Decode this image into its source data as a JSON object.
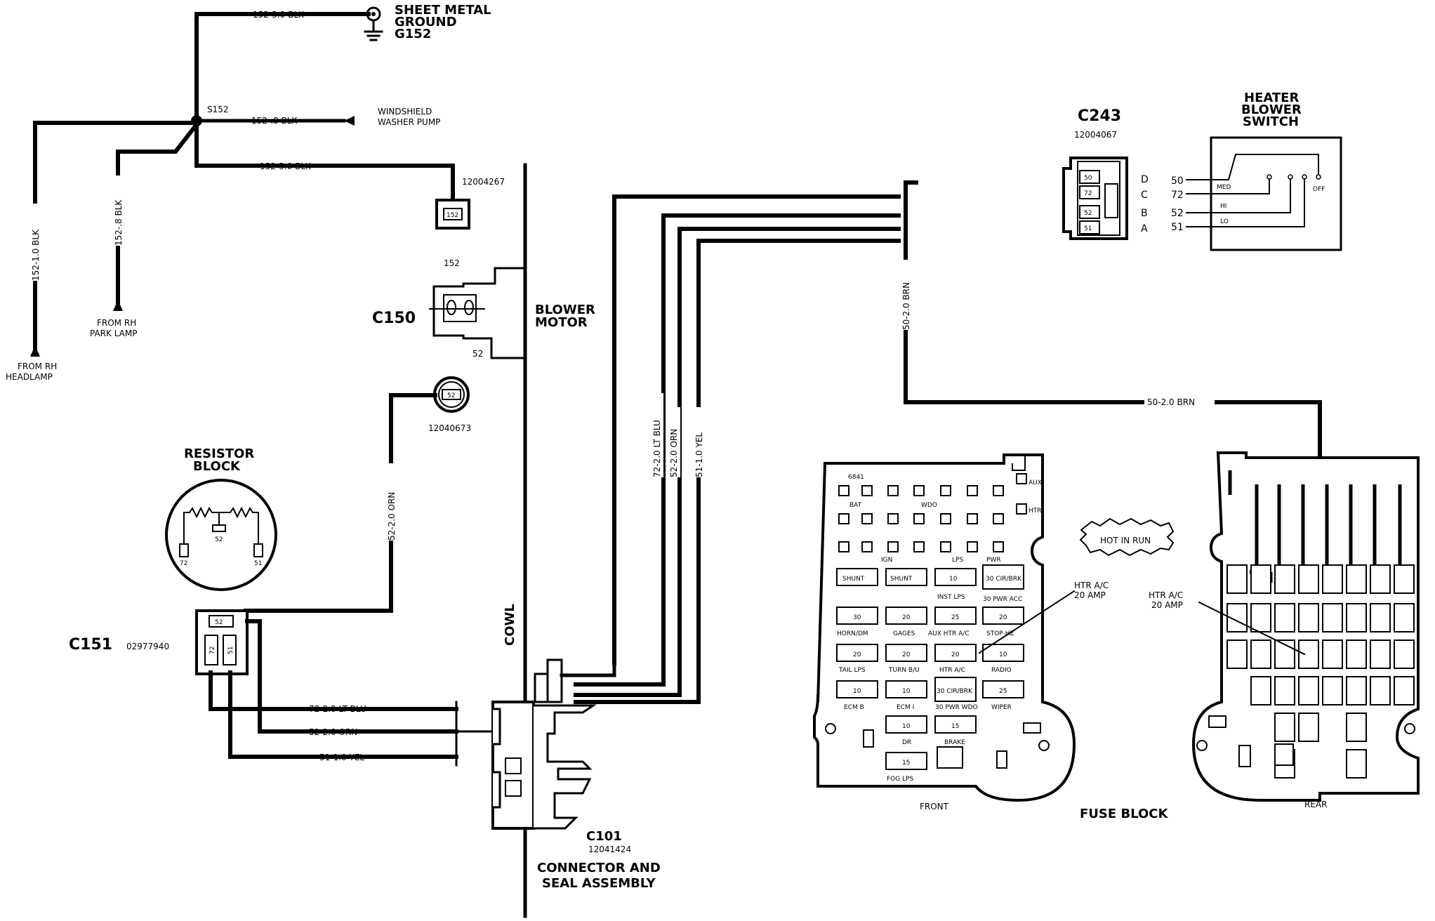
{
  "ground": {
    "wire": "152-3.0 BLK",
    "line1": "SHEET METAL",
    "line2": "GROUND",
    "line3": "G152"
  },
  "splice": {
    "name": "S152",
    "washer_wire": "152-.8 BLK",
    "washer_1": "WINDSHIELD",
    "washer_2": "WASHER PUMP",
    "lower_wire": "152-3.0 BLK"
  },
  "headlamp": {
    "wire": "152-1.0 BLK",
    "from": "FROM RH",
    "dest": "HEADLAMP"
  },
  "parklamp": {
    "wire": "152-.8 BLK",
    "from": "FROM RH",
    "dest": "PARK LAMP"
  },
  "connectors": {
    "c152_part": "12004267",
    "c152_pin": "152",
    "c150": "C150",
    "c150_pin_top": "152",
    "c150_pin_bot": "52",
    "c52_part": "12040673",
    "c52_pin": "52",
    "c151": "C151",
    "c151_part": "02977940",
    "c151_pin_top": "52",
    "c151_pin_l": "72",
    "c151_pin_r": "51",
    "c101": "C101",
    "c101_part": "12041424",
    "c101_desc1": "CONNECTOR AND",
    "c101_desc2": "SEAL ASSEMBLY",
    "c243": "C243",
    "c243_part": "12004067"
  },
  "blower": {
    "line1": "BLOWER",
    "line2": "MOTOR"
  },
  "cowl": "COWL",
  "resistor": {
    "line1": "RESISTOR",
    "line2": "BLOCK",
    "pin_center": "52",
    "pin_left": "72",
    "pin_right": "51"
  },
  "wires": {
    "orn_vertical": "52-2.0 ORN",
    "lt_blu": "72-2.0 LT BLU",
    "orn": "52-2.0 ORN",
    "yel": "51-1.0 YEL",
    "v_blu": "72-2.0 LT BLU",
    "v_orn": "52-2.0 ORN",
    "v_yel": "51-1.0 YEL",
    "brn_v": "50-2.0 BRN",
    "brn_h": "50-2.0 BRN"
  },
  "c243_pins": {
    "d": "D",
    "c": "C",
    "b": "B",
    "a": "A",
    "p1": "50",
    "p2": "72",
    "p3": "52",
    "p4": "51",
    "s1": "50",
    "s2": "72",
    "s3": "52",
    "s4": "51"
  },
  "switch": {
    "line1": "HEATER",
    "line2": "BLOWER",
    "line3": "SWITCH",
    "med": "MED",
    "hi": "HI",
    "lo": "LO",
    "off": "OFF"
  },
  "fuse": {
    "title": "FUSE BLOCK",
    "front": "FRONT",
    "rear": "REAR",
    "hot": "HOT IN RUN",
    "htr_front_1": "HTR A/C",
    "htr_front_2": "20 AMP",
    "htr_rear_1": "HTR A/C",
    "htr_rear_2": "20 AMP",
    "aux": "AUX",
    "htr": "HTR",
    "s1": "SHUNT",
    "s2": "SHUNT",
    "s3": "10",
    "s4": "30 CIR/BRK",
    "s5": "30",
    "s6": "20",
    "s7": "25",
    "s8": "20",
    "s9": "20",
    "s10": "20",
    "s11": "20",
    "s12": "10",
    "s13": "10",
    "s14": "10",
    "s15": "30 CIR/BRK",
    "s16": "25",
    "s17": "10",
    "s18": "15",
    "s19": "15",
    "l_bat": "BAT",
    "l_ign": "IGN",
    "l_lps": "LPS",
    "l_pwr": "PWR",
    "l_wdo": "WDO",
    "l_6841": "6841",
    "l_inst": "INST LPS",
    "l_pwracc": "30 PWR ACC",
    "l_horn": "HORN/DM",
    "l_gages": "GAGES",
    "l_auxhtr": "AUX HTR A/C",
    "l_stop": "STOP-HZ",
    "l_tail": "TAIL LPS",
    "l_turn": "TURN B/U",
    "l_htrac": "HTR A/C",
    "l_radio": "RADIO",
    "l_ecmb": "ECM B",
    "l_ecmi": "ECM I",
    "l_pwrwdo": "30 PWR WDO",
    "l_wiper": "WIPER",
    "l_dr": "DR",
    "l_brake": "BRAKE",
    "l_fog": "FOG LPS"
  }
}
